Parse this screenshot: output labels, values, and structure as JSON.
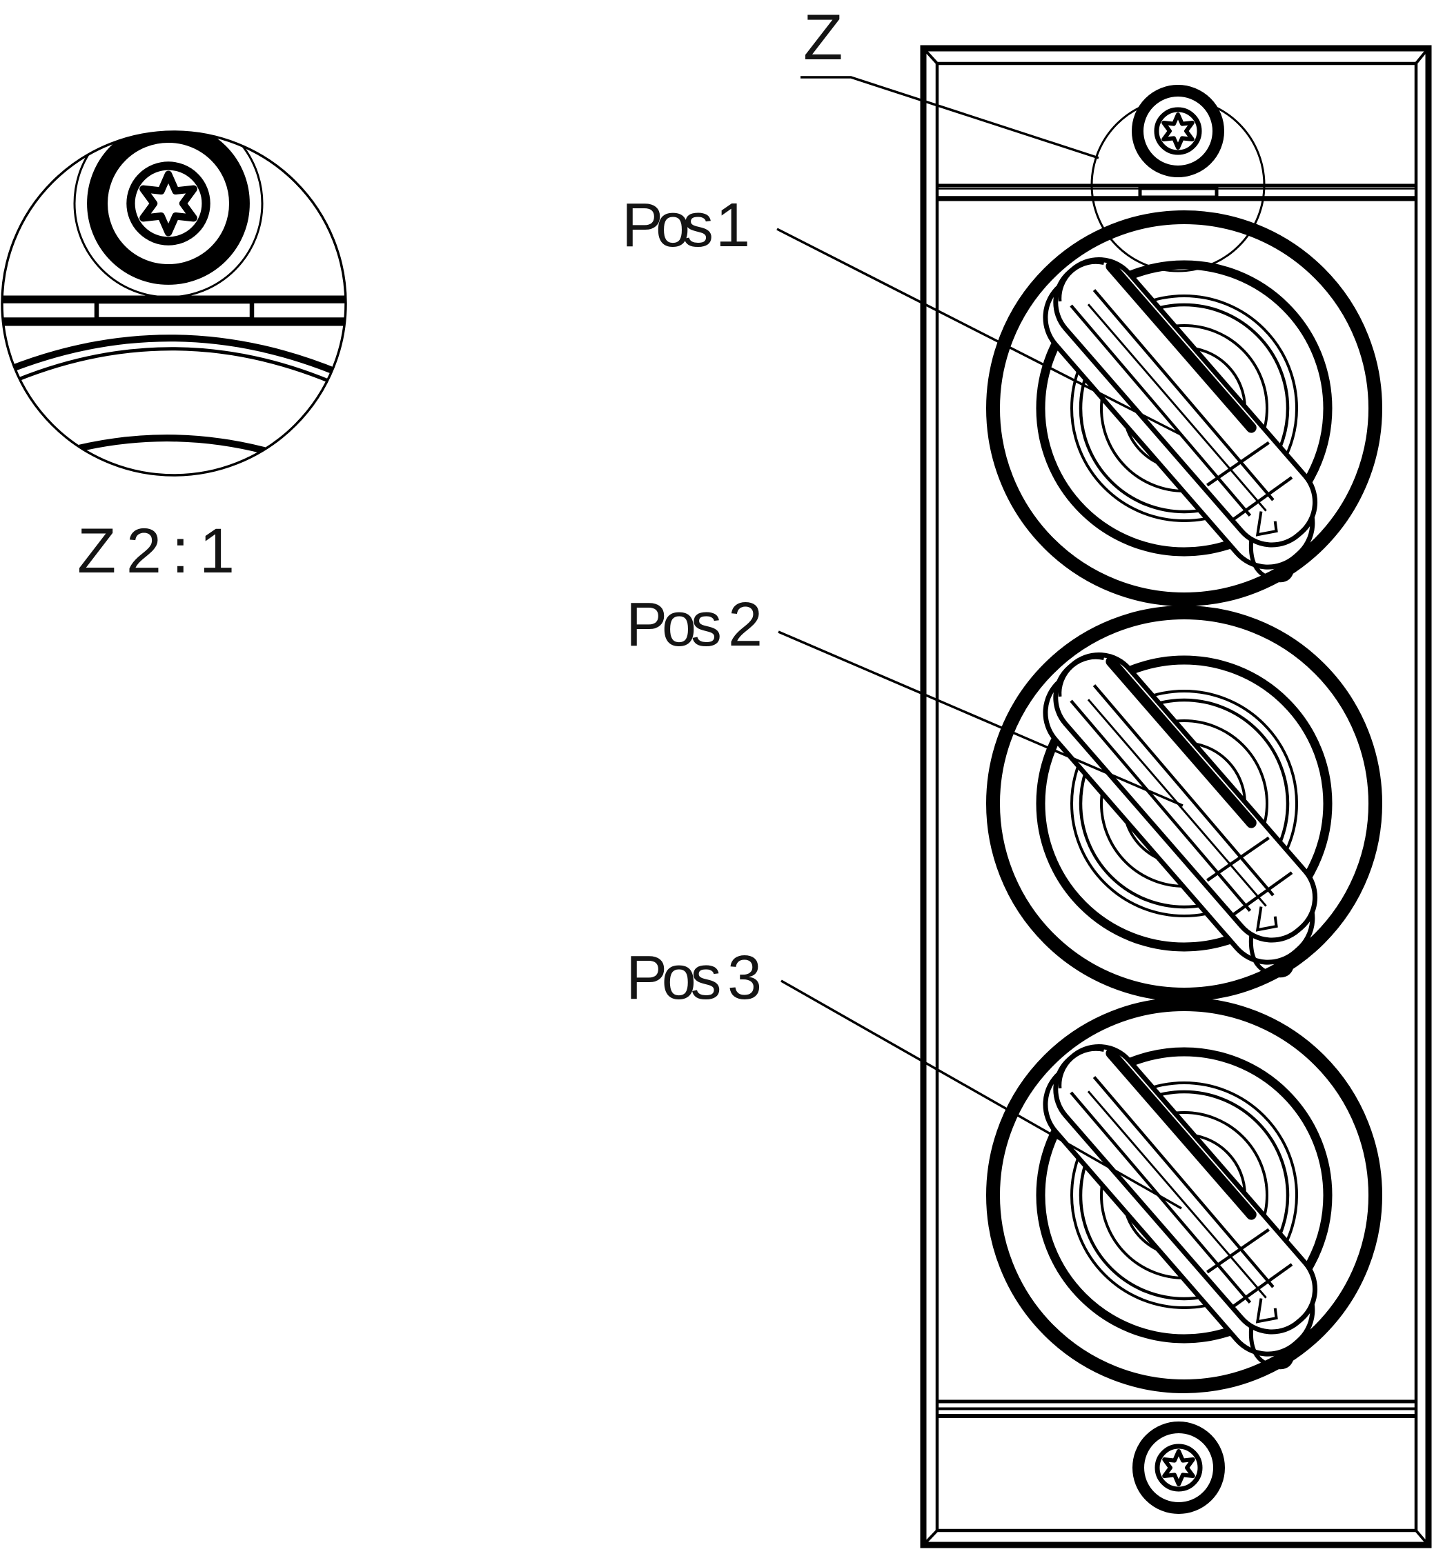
{
  "drawing": {
    "detail_view": {
      "scale_label": "Z 2 : 1",
      "icon": "torx-screw-icon"
    },
    "main_view": {
      "zone_label": "Z",
      "positions": [
        {
          "label": "Pos 1"
        },
        {
          "label": "Pos 2"
        },
        {
          "label": "Pos 3"
        }
      ],
      "top_screw_icon": "torx-screw-icon",
      "bottom_screw_icon": "torx-screw-icon"
    },
    "colors": {
      "ink": "#000000",
      "text": "#141414",
      "background": "#ffffff"
    }
  }
}
